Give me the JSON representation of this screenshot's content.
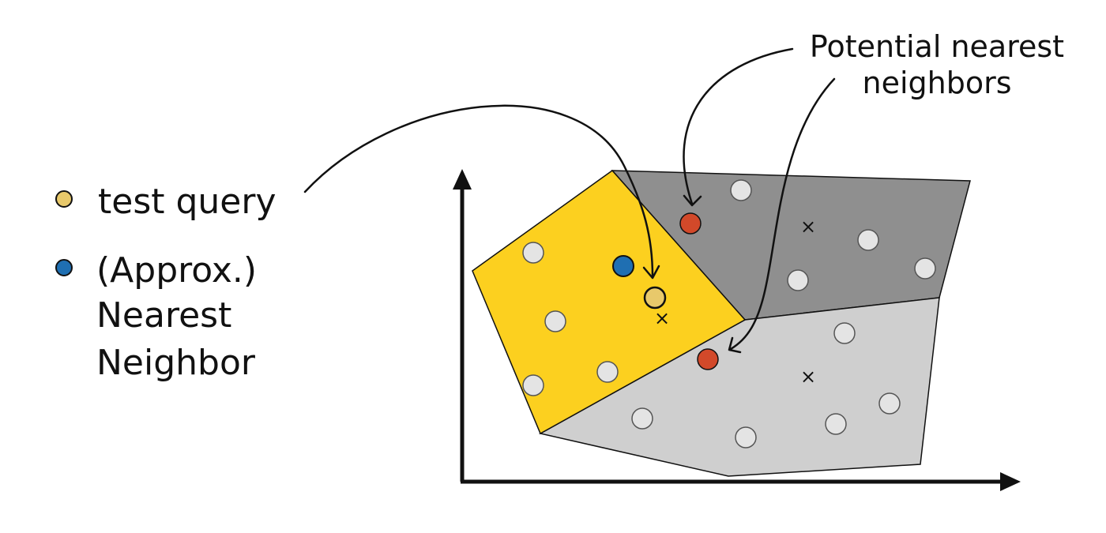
{
  "legend": {
    "test_query": {
      "label": "test query",
      "color": "#E8C96B"
    },
    "nearest_neighbor": {
      "label_lines": [
        "(Approx.)",
        "Nearest",
        "Neighbor"
      ],
      "color": "#1F6FB2"
    }
  },
  "callout": {
    "lines": [
      "Potential nearest",
      "neighbors"
    ]
  },
  "colors": {
    "query_cell": "#FCD01F",
    "cell_dark": "#8F8F8F",
    "cell_light": "#CFCFCF",
    "potential_neighbor": "#D2492A",
    "data_point": "#E4E4E4",
    "outline": "#111111"
  },
  "cells": [
    {
      "name": "query-cell",
      "fill_key": "query_cell",
      "centroid_marker": "×"
    },
    {
      "name": "dark-gray-cell",
      "fill_key": "cell_dark",
      "centroid_marker": "×"
    },
    {
      "name": "light-gray-cell",
      "fill_key": "cell_light",
      "centroid_marker": "×"
    }
  ],
  "icons": {
    "arrowhead": "arrowhead-icon",
    "centroid": "centroid-x-icon"
  }
}
